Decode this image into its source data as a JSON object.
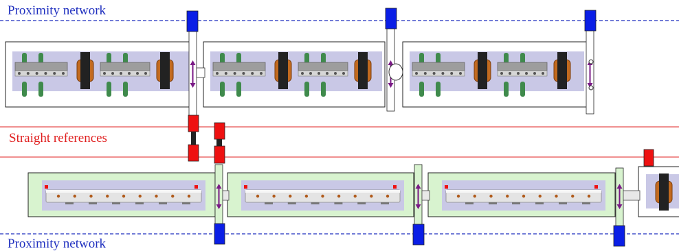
{
  "labels": {
    "proximity_top": "Proximity network",
    "straight": "Straight references",
    "proximity_bottom": "Proximity network"
  },
  "colors": {
    "proximity_line": "#1f2fbf",
    "reference_line": "#e02020",
    "sensor_blue": "#0a1ee6",
    "sensor_red": "#ee1111",
    "bottom_frame_fill": "#d8f3cf",
    "magnet_panel": "#c9c8e6",
    "arrow": "#7a1a86"
  },
  "diagram": {
    "top_girder_modules": 3,
    "bottom_girder_modules": 3,
    "bottom_partial_modules": 1,
    "icons": [
      "proximity-sensor",
      "reference-sensor",
      "quadrupole",
      "accelerating-structure",
      "adjustment-arrow",
      "wire-link"
    ]
  }
}
